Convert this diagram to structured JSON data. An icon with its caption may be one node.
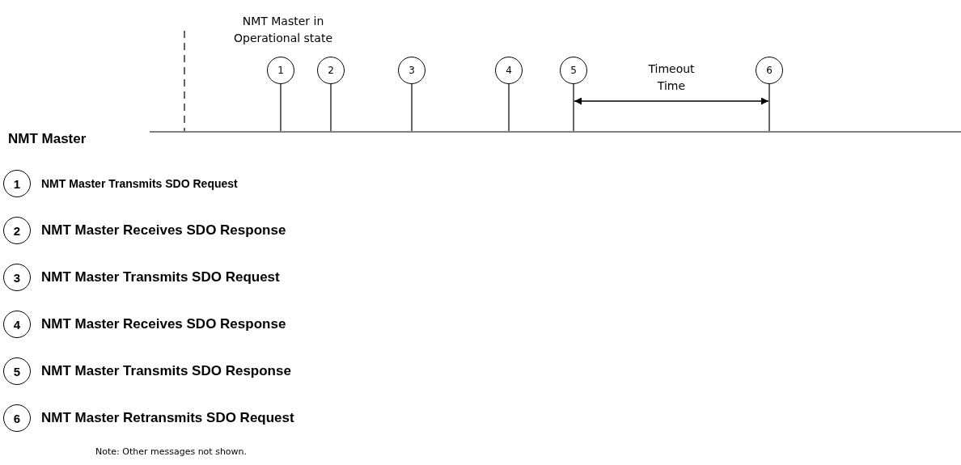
{
  "diagram": {
    "nodes": [
      {
        "text": [
          "NMT Master"
        ]
      },
      {
        "text": [
          "1"
        ]
      },
      {
        "text": [
          "2"
        ]
      },
      {
        "text": [
          "3"
        ]
      },
      {
        "text": [
          "4"
        ]
      },
      {
        "text": [
          "5"
        ]
      },
      {
        "text": [
          "6"
        ]
      },
      {
        "text": [
          "1"
        ],
        "beside": [
          "NMT Master Transmits SDO Request"
        ]
      },
      {
        "text": [
          "2"
        ],
        "beside": [
          "NMT Master Receives SDO Response"
        ]
      },
      {
        "text": [
          "3"
        ],
        "beside": [
          "NMT Master Transmits SDO Request"
        ]
      },
      {
        "text": [
          "4"
        ],
        "beside": [
          "NMT Master Receives SDO Response"
        ]
      },
      {
        "text": [
          "5"
        ],
        "beside": [
          "NMT Master Transmits SDO Response"
        ]
      },
      {
        "text": [
          "6"
        ],
        "beside": [
          "NMT Master Retransmits SDO Request"
        ]
      }
    ],
    "edges": [
      {
        "from": 1,
        "to": 0,
        "arrow": "none"
      },
      {
        "from": 2,
        "to": 0,
        "arrow": "none"
      },
      {
        "from": 3,
        "to": 0,
        "arrow": "none"
      },
      {
        "from": 4,
        "to": 0,
        "arrow": "none"
      },
      {
        "from": 5,
        "to": 0,
        "arrow": "none"
      },
      {
        "from": 6,
        "to": 0,
        "arrow": "none"
      },
      {
        "from": 5,
        "to": 6,
        "arrow": "both",
        "label": "Timeout Time"
      }
    ],
    "labels": [
      "NMT Master in Operational state",
      "Note: Other messages not shown."
    ]
  }
}
